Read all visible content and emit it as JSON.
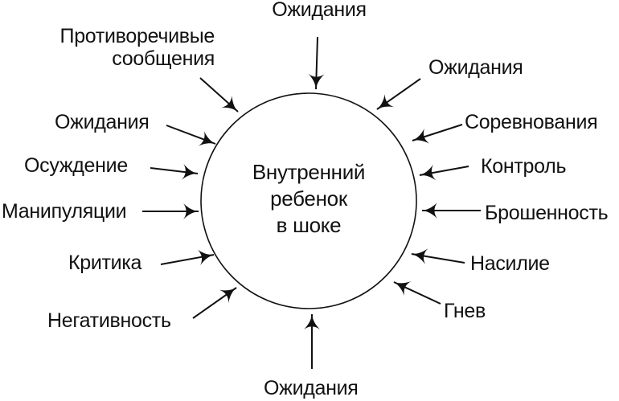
{
  "diagram": {
    "title": "Inner child in shock pressure diagram",
    "center": {
      "text": "Внутренний\nребенок\nв шоке"
    },
    "labels": [
      {
        "name": "expectations-top",
        "text": "Ожидания"
      },
      {
        "name": "contradictory-messages",
        "text": "Противоречивые\nсообщения"
      },
      {
        "name": "expectations-left",
        "text": "Ожидания"
      },
      {
        "name": "judgment",
        "text": "Осуждение"
      },
      {
        "name": "manipulations",
        "text": "Манипуляции"
      },
      {
        "name": "criticism",
        "text": "Критика"
      },
      {
        "name": "negativity",
        "text": "Негативность"
      },
      {
        "name": "expectations-bottom",
        "text": "Ожидания"
      },
      {
        "name": "expectations-right",
        "text": "Ожидания"
      },
      {
        "name": "competitions",
        "text": "Соревнования"
      },
      {
        "name": "control",
        "text": "Контроль"
      },
      {
        "name": "abandonment",
        "text": "Брошенность"
      },
      {
        "name": "violence",
        "text": "Насилие"
      },
      {
        "name": "anger",
        "text": "Гнев"
      }
    ],
    "colors": {
      "ink": "#111111",
      "background": "#ffffff"
    }
  }
}
